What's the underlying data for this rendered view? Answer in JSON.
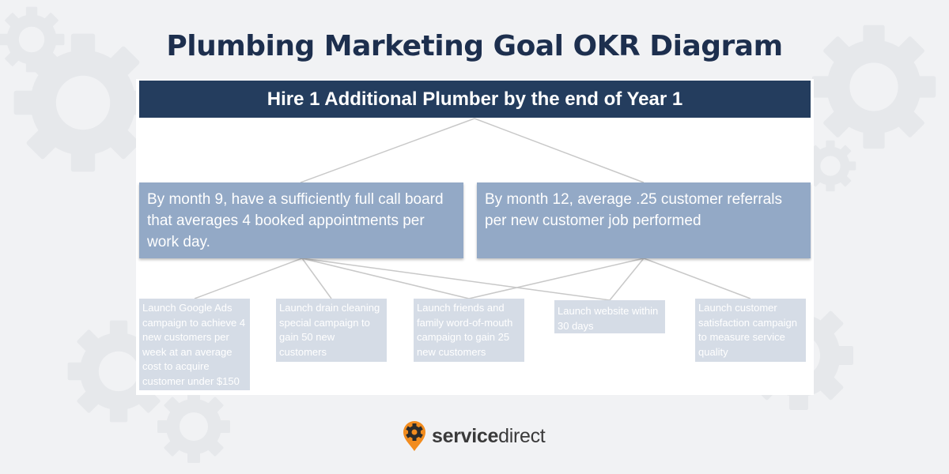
{
  "title": "Plumbing Marketing Goal OKR Diagram",
  "objective": "Hire 1 Additional Plumber by the end of Year 1",
  "key_results": [
    "By month 9, have a sufficiently full call board that averages 4 booked appointments per work day.",
    "By month 12, average .25 customer referrals per new customer job performed"
  ],
  "initiatives": [
    "Launch Google Ads campaign to achieve 4 new customers per week at an average cost to acquire customer under $150",
    "Launch drain cleaning special campaign to gain 50 new customers",
    "Launch friends and family word-of-mouth campaign to gain 25 new customers",
    "Launch website within 30 days",
    "Launch customer satisfaction campaign to measure service quality"
  ],
  "brand": {
    "bold": "service",
    "light": "direct",
    "icon": "gear-pin-icon",
    "accent": "#f28c1e"
  },
  "colors": {
    "title": "#1d2f4e",
    "objective_bg": "#243d5e",
    "key_result_bg": "#93a9c6",
    "initiative_bg": "#d5dce6",
    "connector": "#c8c8c8"
  }
}
